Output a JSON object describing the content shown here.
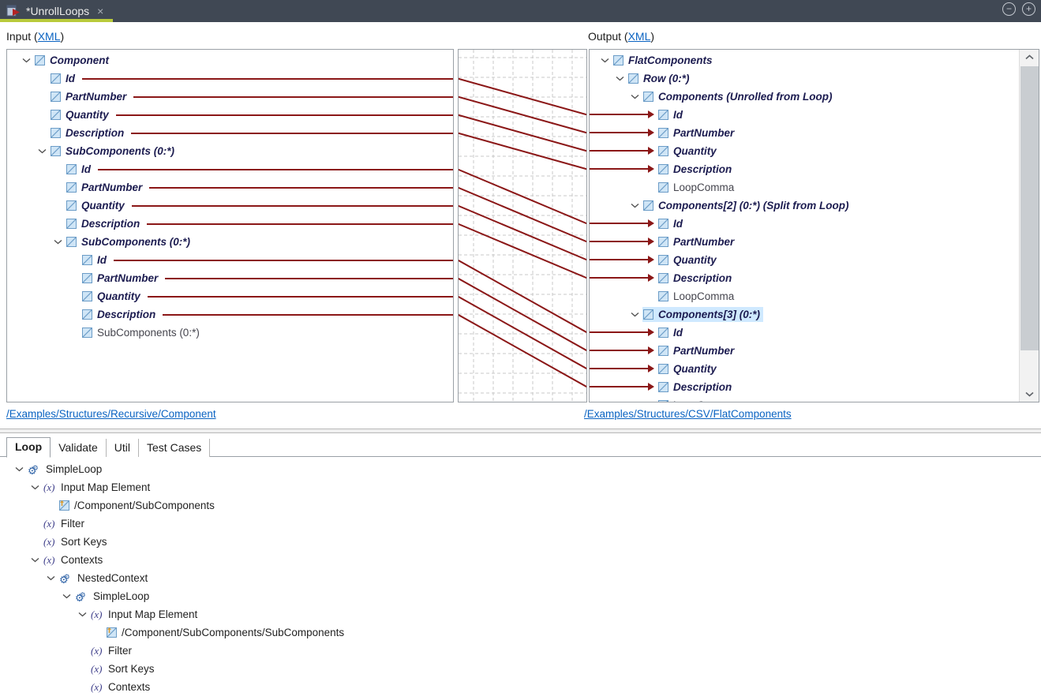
{
  "titlebar": {
    "tab_title": "*UnrollLoops",
    "close_glyph": "×",
    "minus_glyph": "−",
    "plus_glyph": "+"
  },
  "headers": {
    "input_prefix": "Input (",
    "input_link": "XML",
    "input_suffix": ")",
    "output_prefix": "Output (",
    "output_link": "XML",
    "output_suffix": ")"
  },
  "footers": {
    "input_link": "/Examples/Structures/Recursive/Component",
    "output_link": "/Examples/Structures/CSV/FlatComponents"
  },
  "colors": {
    "accent_underline": "#b9ca3b",
    "map_line": "#8b1717",
    "mapped_text": "#1c1c50",
    "plain_text": "#45454e",
    "link": "#0a63c2",
    "selection": "#cfe9ff",
    "grid": "#c9c9c9",
    "titlebar_bg": "#404854"
  },
  "input_tree": {
    "rows": [
      {
        "label": "Component",
        "level": 0,
        "chevron": true,
        "mapped": true
      },
      {
        "label": "Id",
        "level": 1,
        "mapped": true,
        "line": true
      },
      {
        "label": "PartNumber",
        "level": 1,
        "mapped": true,
        "line": true
      },
      {
        "label": "Quantity",
        "level": 1,
        "mapped": true,
        "line": true
      },
      {
        "label": "Description",
        "level": 1,
        "mapped": true,
        "line": true
      },
      {
        "label": "SubComponents (0:*)",
        "level": 1,
        "chevron": true,
        "mapped": true
      },
      {
        "label": "Id",
        "level": 2,
        "mapped": true,
        "line": true
      },
      {
        "label": "PartNumber",
        "level": 2,
        "mapped": true,
        "line": true
      },
      {
        "label": "Quantity",
        "level": 2,
        "mapped": true,
        "line": true
      },
      {
        "label": "Description",
        "level": 2,
        "mapped": true,
        "line": true
      },
      {
        "label": "SubComponents (0:*)",
        "level": 2,
        "chevron": true,
        "mapped": true
      },
      {
        "label": "Id",
        "level": 3,
        "mapped": true,
        "line": true
      },
      {
        "label": "PartNumber",
        "level": 3,
        "mapped": true,
        "line": true
      },
      {
        "label": "Quantity",
        "level": 3,
        "mapped": true,
        "line": true
      },
      {
        "label": "Description",
        "level": 3,
        "mapped": true,
        "line": true
      },
      {
        "label": "SubComponents (0:*)",
        "level": 3,
        "mapped": false
      }
    ]
  },
  "output_tree": {
    "rows": [
      {
        "label": "FlatComponents",
        "level": 0,
        "chevron": true,
        "mapped": true
      },
      {
        "label": "Row (0:*)",
        "level": 1,
        "chevron": true,
        "mapped": true
      },
      {
        "label": "Components (Unrolled from Loop)",
        "level": 2,
        "chevron": true,
        "mapped": true
      },
      {
        "label": "Id",
        "level": 3,
        "mapped": true,
        "arrow": true
      },
      {
        "label": "PartNumber",
        "level": 3,
        "mapped": true,
        "arrow": true
      },
      {
        "label": "Quantity",
        "level": 3,
        "mapped": true,
        "arrow": true
      },
      {
        "label": "Description",
        "level": 3,
        "mapped": true,
        "arrow": true
      },
      {
        "label": "LoopComma",
        "level": 3,
        "mapped": false
      },
      {
        "label": "Components[2] (0:*) (Split from Loop)",
        "level": 2,
        "chevron": true,
        "mapped": true
      },
      {
        "label": "Id",
        "level": 3,
        "mapped": true,
        "arrow": true
      },
      {
        "label": "PartNumber",
        "level": 3,
        "mapped": true,
        "arrow": true
      },
      {
        "label": "Quantity",
        "level": 3,
        "mapped": true,
        "arrow": true
      },
      {
        "label": "Description",
        "level": 3,
        "mapped": true,
        "arrow": true
      },
      {
        "label": "LoopComma",
        "level": 3,
        "mapped": false
      },
      {
        "label": "Components[3] (0:*)",
        "level": 2,
        "chevron": true,
        "mapped": true,
        "selected": true
      },
      {
        "label": "Id",
        "level": 3,
        "mapped": true,
        "arrow": true
      },
      {
        "label": "PartNumber",
        "level": 3,
        "mapped": true,
        "arrow": true
      },
      {
        "label": "Quantity",
        "level": 3,
        "mapped": true,
        "arrow": true
      },
      {
        "label": "Description",
        "level": 3,
        "mapped": true,
        "arrow": true
      },
      {
        "label": "LoopComma",
        "level": 3,
        "mapped": false
      }
    ]
  },
  "map_lines": [
    [
      1,
      3
    ],
    [
      2,
      4
    ],
    [
      3,
      5
    ],
    [
      4,
      6
    ],
    [
      6,
      9
    ],
    [
      7,
      10
    ],
    [
      8,
      11
    ],
    [
      9,
      12
    ],
    [
      11,
      15
    ],
    [
      12,
      16
    ],
    [
      13,
      17
    ],
    [
      14,
      18
    ]
  ],
  "bottom_panel": {
    "tabs": [
      {
        "label": "Loop",
        "active": true
      },
      {
        "label": "Validate",
        "active": false
      },
      {
        "label": "Util",
        "active": false
      },
      {
        "label": "Test Cases",
        "active": false
      }
    ],
    "rows": [
      {
        "label": "SimpleLoop",
        "icon": "gears",
        "level": 0,
        "chevron": true
      },
      {
        "label": "Input Map Element",
        "icon": "fx",
        "level": 1,
        "chevron": true
      },
      {
        "label": "/Component/SubComponents",
        "icon": "map-element",
        "level": 2
      },
      {
        "label": "Filter",
        "icon": "fx",
        "level": 1
      },
      {
        "label": "Sort Keys",
        "icon": "fx",
        "level": 1
      },
      {
        "label": "Contexts",
        "icon": "fx",
        "level": 1,
        "chevron": true
      },
      {
        "label": "NestedContext",
        "icon": "gears",
        "level": 2,
        "chevron": true
      },
      {
        "label": "SimpleLoop",
        "icon": "gears",
        "level": 3,
        "chevron": true
      },
      {
        "label": "Input Map Element",
        "icon": "fx",
        "level": 4,
        "chevron": true
      },
      {
        "label": "/Component/SubComponents/SubComponents",
        "icon": "map-element",
        "level": 5
      },
      {
        "label": "Filter",
        "icon": "fx",
        "level": 4
      },
      {
        "label": "Sort Keys",
        "icon": "fx",
        "level": 4
      },
      {
        "label": "Contexts",
        "icon": "fx",
        "level": 4
      }
    ]
  }
}
